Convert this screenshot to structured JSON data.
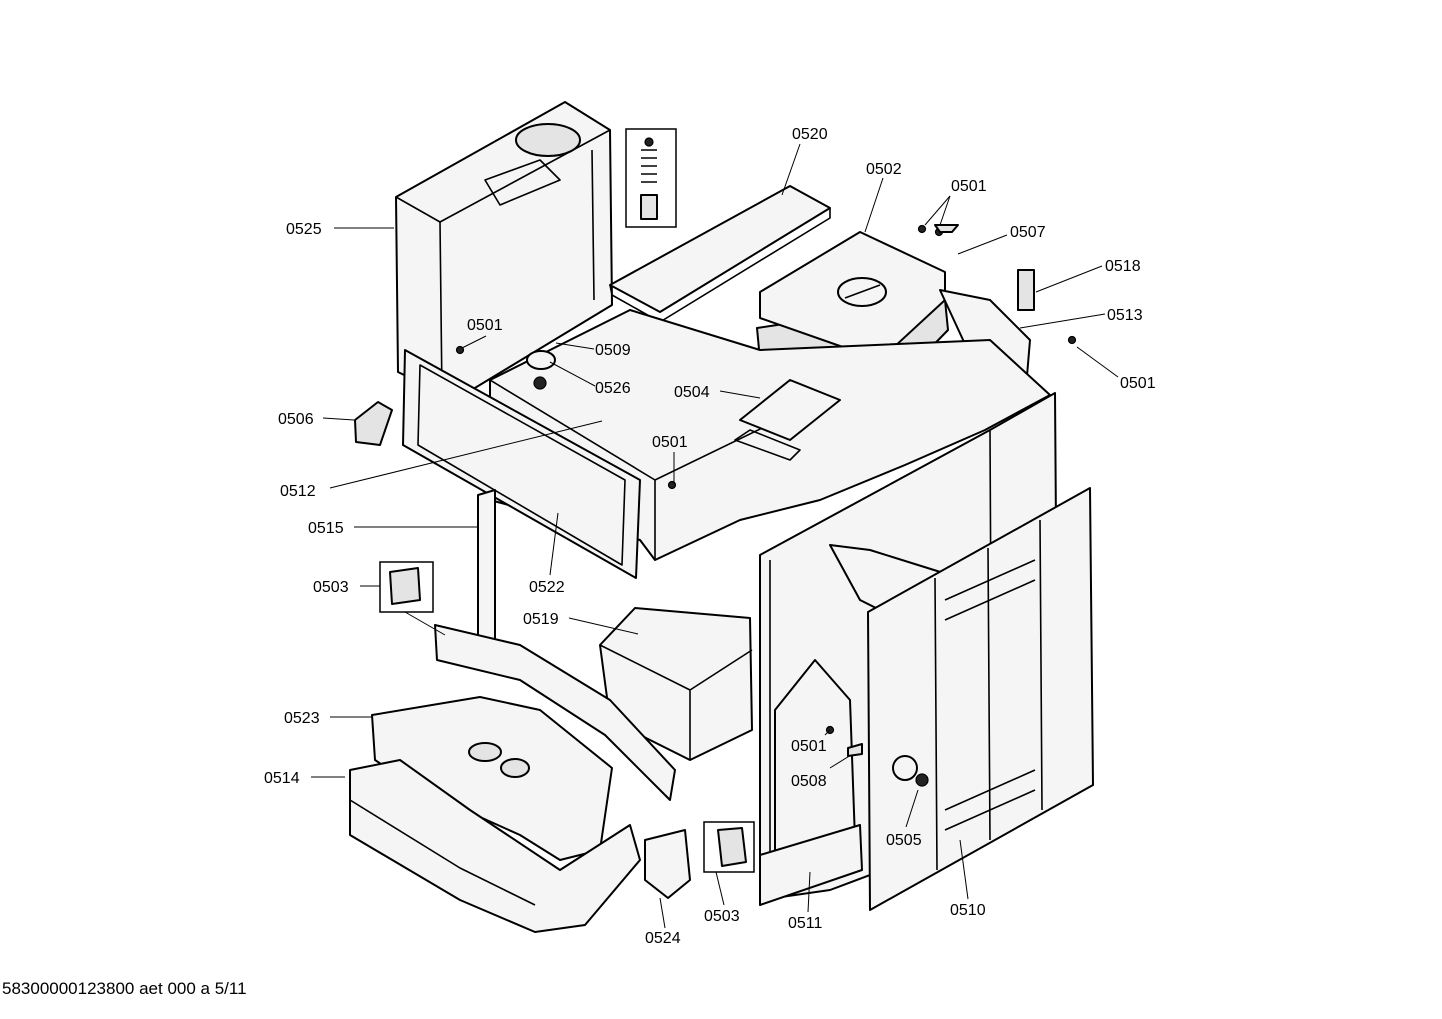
{
  "callouts": {
    "c0525": "0525",
    "c0520": "0520",
    "c0502": "0502",
    "c0501_a": "0501",
    "c0507": "0507",
    "c0518": "0518",
    "c0513": "0513",
    "c0501_b": "0501",
    "c0501_c": "0501",
    "c0509": "0509",
    "c0526": "0526",
    "c0504": "0504",
    "c0506": "0506",
    "c0501_d": "0501",
    "c0512": "0512",
    "c0515": "0515",
    "c0522": "0522",
    "c0503_a": "0503",
    "c0519": "0519",
    "c0523": "0523",
    "c0514": "0514",
    "c0501_e": "0501",
    "c0508": "0508",
    "c0505": "0505",
    "c0510": "0510",
    "c0511": "0511",
    "c0503_b": "0503",
    "c0524": "0524"
  },
  "footer": "58300000123800 aet 000 a 5/11"
}
